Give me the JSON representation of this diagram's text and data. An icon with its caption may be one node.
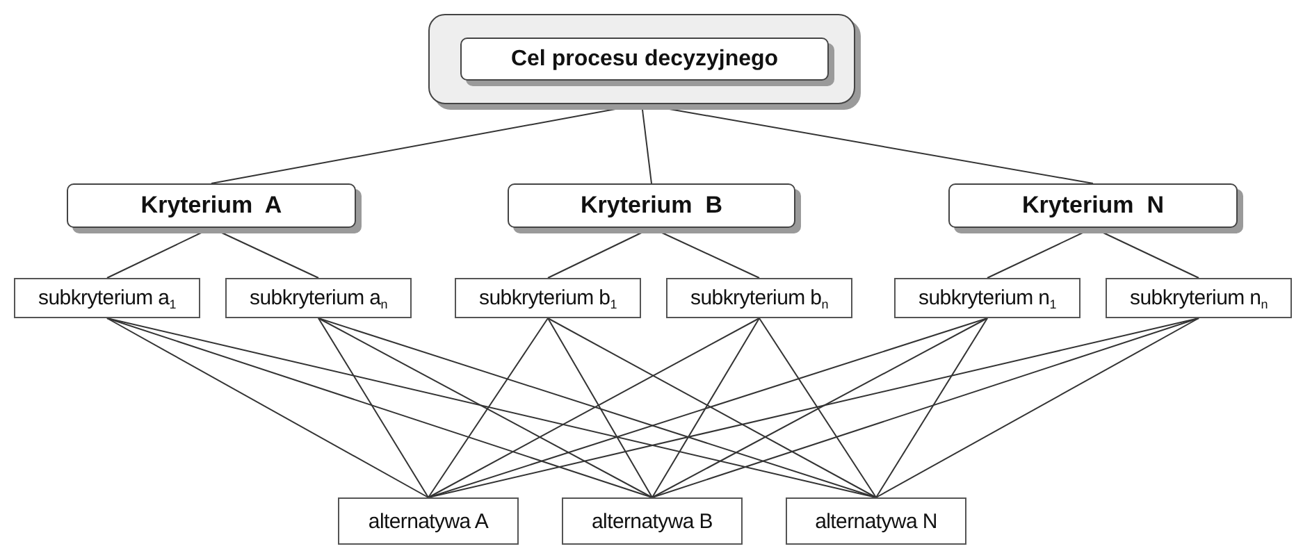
{
  "diagram": {
    "nodes": [
      {
        "text": [],
        "shape": "box"
      },
      {
        "text": [
          "Cel procesu decyzyjnego"
        ],
        "in": 0
      },
      {
        "text": [
          "Kryterium  A"
        ]
      },
      {
        "text": [
          "Kryterium  B"
        ]
      },
      {
        "text": [
          "Kryterium  N"
        ]
      },
      {
        "text": [
          "subkryterium a$_{1}$"
        ]
      },
      {
        "text": [
          "subkryterium a$_{n}$"
        ]
      },
      {
        "text": [
          "subkryterium b$_{1}$"
        ]
      },
      {
        "text": [
          "subkryterium b$_{n}$"
        ]
      },
      {
        "text": [
          "subkryterium n$_{1}$"
        ]
      },
      {
        "text": [
          "subkryterium n$_{n}$"
        ]
      },
      {
        "text": [
          "alternatywa A"
        ]
      },
      {
        "text": [
          "alternatywa B"
        ]
      },
      {
        "text": [
          "alternatywa N"
        ]
      }
    ],
    "edges": [
      {
        "from": 0,
        "to": 2,
        "arrow": "none"
      },
      {
        "from": 0,
        "to": 3,
        "arrow": "none"
      },
      {
        "from": 0,
        "to": 4,
        "arrow": "none"
      },
      {
        "from": 2,
        "to": 5,
        "arrow": "none"
      },
      {
        "from": 2,
        "to": 6,
        "arrow": "none"
      },
      {
        "from": 3,
        "to": 7,
        "arrow": "none"
      },
      {
        "from": 3,
        "to": 8,
        "arrow": "none"
      },
      {
        "from": 4,
        "to": 9,
        "arrow": "none"
      },
      {
        "from": 4,
        "to": 10,
        "arrow": "none"
      },
      {
        "from": 5,
        "to": 11,
        "arrow": "none"
      },
      {
        "from": 5,
        "to": 12,
        "arrow": "none"
      },
      {
        "from": 5,
        "to": 13,
        "arrow": "none"
      },
      {
        "from": 6,
        "to": 11,
        "arrow": "none"
      },
      {
        "from": 6,
        "to": 12,
        "arrow": "none"
      },
      {
        "from": 6,
        "to": 13,
        "arrow": "none"
      },
      {
        "from": 7,
        "to": 11,
        "arrow": "none"
      },
      {
        "from": 7,
        "to": 12,
        "arrow": "none"
      },
      {
        "from": 7,
        "to": 13,
        "arrow": "none"
      },
      {
        "from": 8,
        "to": 11,
        "arrow": "none"
      },
      {
        "from": 8,
        "to": 12,
        "arrow": "none"
      },
      {
        "from": 8,
        "to": 13,
        "arrow": "none"
      },
      {
        "from": 9,
        "to": 11,
        "arrow": "none"
      },
      {
        "from": 9,
        "to": 12,
        "arrow": "none"
      },
      {
        "from": 9,
        "to": 13,
        "arrow": "none"
      },
      {
        "from": 10,
        "to": 11,
        "arrow": "none"
      },
      {
        "from": 10,
        "to": 12,
        "arrow": "none"
      },
      {
        "from": 10,
        "to": 13,
        "arrow": "none"
      }
    ]
  }
}
